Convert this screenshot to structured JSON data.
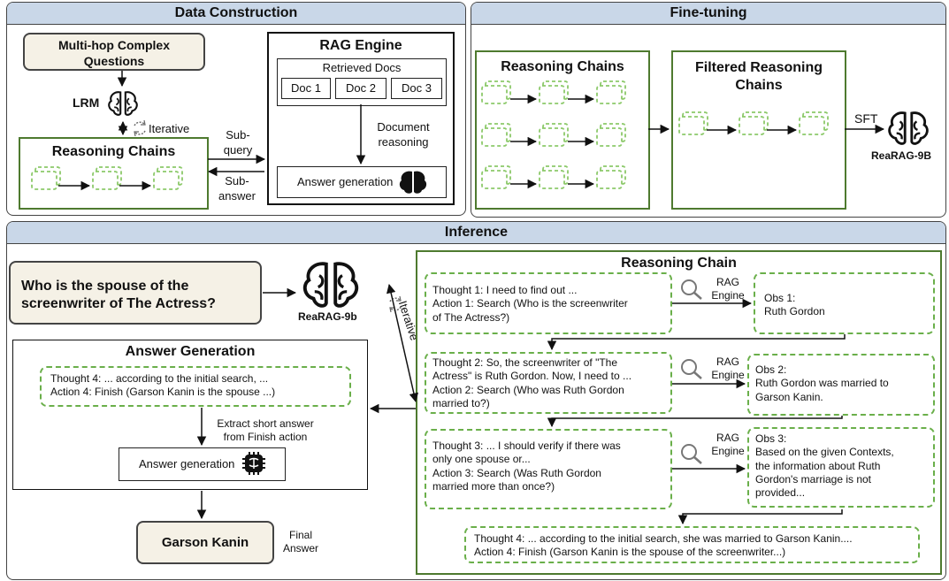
{
  "data_construction": {
    "title": "Data Construction",
    "questions": "Multi-hop Complex Questions",
    "lrm": "LRM",
    "iterative": "Iterative",
    "reasoning_chains": "Reasoning Chains",
    "sub_query_1": "Sub-",
    "sub_query_2": "query",
    "sub_answer_1": "Sub-",
    "sub_answer_2": "answer",
    "rag_engine": "RAG Engine",
    "retrieved_docs": "Retrieved Docs",
    "docs": [
      "Doc 1",
      "Doc 2",
      "Doc 3"
    ],
    "document_reasoning_1": "Document",
    "document_reasoning_2": "reasoning",
    "answer_generation": "Answer generation"
  },
  "fine_tuning": {
    "title": "Fine-tuning",
    "reasoning_chains": "Reasoning Chains",
    "filtered_1": "Filtered Reasoning",
    "filtered_2": "Chains",
    "sft": "SFT",
    "model": "ReaRAG-9B"
  },
  "inference": {
    "title": "Inference",
    "question": "Who is the spouse of the screenwriter of The Actress?",
    "model": "ReaRAG-9b",
    "iterative": "Iterative",
    "answer_generation_title": "Answer Generation",
    "ag_thought": "Thought 4: ... according to the initial search, ...",
    "ag_action": "Action 4: Finish (Garson Kanin is the spouse ...)",
    "extract_1": "Extract short answer",
    "extract_2": "from Finish action",
    "answer_generation": "Answer generation",
    "final_answer_value": "Garson Kanin",
    "final_1": "Final",
    "final_2": "Answer",
    "reasoning_chain_title": "Reasoning Chain",
    "rag_1": "RAG",
    "rag_2": "Engine",
    "steps": [
      {
        "thought": [
          "Thought 1: I need to find out ...",
          "Action 1: Search (Who is the screenwriter",
          "of The Actress?)"
        ],
        "obs": [
          "Obs 1:",
          "Ruth Gordon"
        ]
      },
      {
        "thought": [
          "Thought 2: So, the screenwriter of \"The",
          "Actress\" is Ruth Gordon. Now, I need to ...",
          "Action 2: Search (Who was Ruth Gordon",
          "married to?)"
        ],
        "obs": [
          "Obs 2:",
          "Ruth Gordon was married to",
          "Garson Kanin."
        ]
      },
      {
        "thought": [
          "Thought 3: ... I should verify if there was",
          "only one spouse or...",
          "Action 3: Search (Was Ruth Gordon",
          "married more than once?)"
        ],
        "obs": [
          "Obs 3:",
          "Based on the given Contexts,",
          "the information about Ruth",
          "Gordon's marriage is not",
          "provided..."
        ]
      }
    ],
    "final_thought": "Thought 4: ... according to the initial search, she was married to Garson Kanin....",
    "final_action": "Action 4: Finish (Garson Kanin is the spouse of the screenwriter...)"
  },
  "colors": {
    "header": "#c9d7e8",
    "green_border": "#4e7a2f",
    "green_dash": "#6aaf4a",
    "cream": "#f5f1e6"
  },
  "icons": [
    "brain-icon",
    "refresh-icon",
    "search-icon",
    "chip-brain-icon"
  ]
}
